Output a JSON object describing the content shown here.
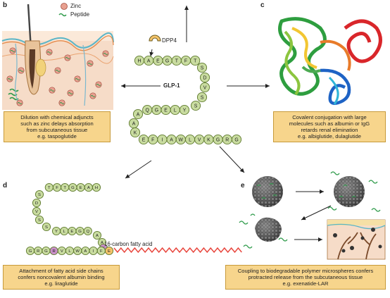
{
  "panels": {
    "b": {
      "letter": "b",
      "legend": {
        "zinc": "Zinc",
        "peptide": "Peptide"
      },
      "caption": [
        "Dilution with chemical adjuncts",
        "such as zinc delays absorption",
        "from subcutaneous tissue",
        "e.g. taspoglutide"
      ]
    },
    "c": {
      "letter": "c",
      "caption": [
        "Covalent conjugation with large",
        "molecules such as albumin or IgG",
        "retards renal elimination",
        "e.g. albiglutide, dulaglutide"
      ]
    },
    "d": {
      "letter": "d",
      "fatty_acid_label": "16-carbon fatty acid",
      "caption": [
        "Attachment of fatty acid side chains",
        "confers noncovalent albumin binding",
        "e.g. liraglutide"
      ]
    },
    "e": {
      "letter": "e",
      "caption": [
        "Coupling to biodegradable polymer microspheres confers",
        "protracted release from the subcutaneous tissue",
        "e.g. exenatide-LAR"
      ]
    }
  },
  "center": {
    "dpp4_label": "DPP4",
    "glp1_label": "GLP-1",
    "sequence": [
      "H",
      "A",
      "E",
      "G",
      "T",
      "F",
      "T",
      "S",
      "D",
      "V",
      "S",
      "S",
      "Y",
      "L",
      "E",
      "G",
      "Q",
      "A",
      "A",
      "K",
      "E",
      "F",
      "I",
      "A",
      "W",
      "L",
      "V",
      "K",
      "G",
      "R",
      "G"
    ]
  },
  "liraglutide_sequence": [
    "H",
    "A",
    "E",
    "G",
    "T",
    "F",
    "T",
    "S",
    "D",
    "V",
    "S",
    "S",
    "Y",
    "L",
    "E",
    "G",
    "Q",
    "A",
    "A",
    "K",
    "E",
    "F",
    "I",
    "A",
    "W",
    "L",
    "V",
    "R",
    "G",
    "R",
    "G"
  ],
  "colors": {
    "bead_fill": "#c9dca0",
    "bead_stroke": "#5f7a2e",
    "highlight_purple": "#c98fc9",
    "highlight_orange": "#f5c46b",
    "caption_fill": "#f7d58c",
    "fatty_acid": "#e8453c",
    "zinc": "#e8a090"
  }
}
